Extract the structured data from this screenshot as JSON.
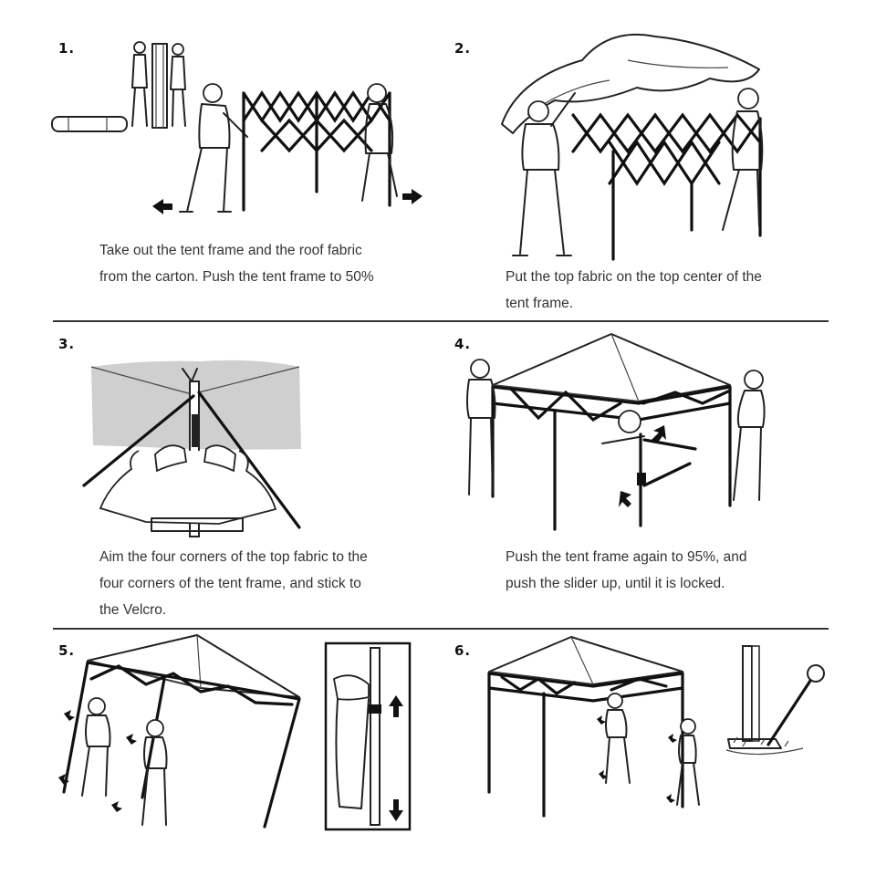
{
  "steps": [
    {
      "number": "1.",
      "caption": "Take out the tent frame and the roof fabric\nfrom the carton. Push the tent frame to 50%"
    },
    {
      "number": "2.",
      "caption": "Put the top fabric on the top center of the\ntent frame."
    },
    {
      "number": "3.",
      "caption": "Aim the four corners of the top fabric to the\nfour corners of the tent frame, and stick to\nthe Velcro."
    },
    {
      "number": "4.",
      "caption": "Push the tent frame again to 95%, and\npush the slider up, until it is locked."
    },
    {
      "number": "5.",
      "caption": ""
    },
    {
      "number": "6.",
      "caption": ""
    }
  ],
  "colors": {
    "ink": "#111111",
    "text": "#333333",
    "shade": "#cfcfcf",
    "background": "#ffffff"
  },
  "icons": [
    "left-arrow-icon",
    "right-arrow-icon",
    "up-arrow-icon",
    "down-arrow-icon",
    "pointer-arrow-icon"
  ]
}
